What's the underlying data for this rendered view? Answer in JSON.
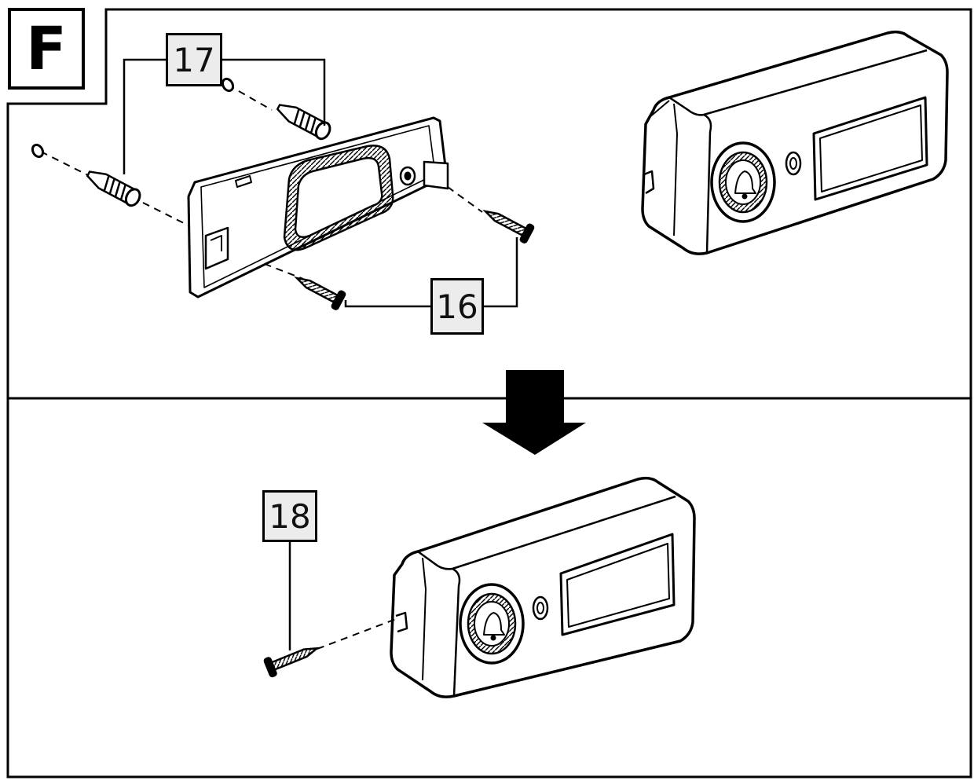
{
  "step": {
    "letter": "F"
  },
  "callouts": {
    "wall_anchors": "17",
    "mounting_screws": "16",
    "fixing_screw": "18"
  },
  "icons": {
    "push_button": "bell-icon",
    "direction": "arrow-down-icon"
  },
  "colors": {
    "line": "#000000",
    "label_fill": "#ececec",
    "background": "#ffffff"
  }
}
